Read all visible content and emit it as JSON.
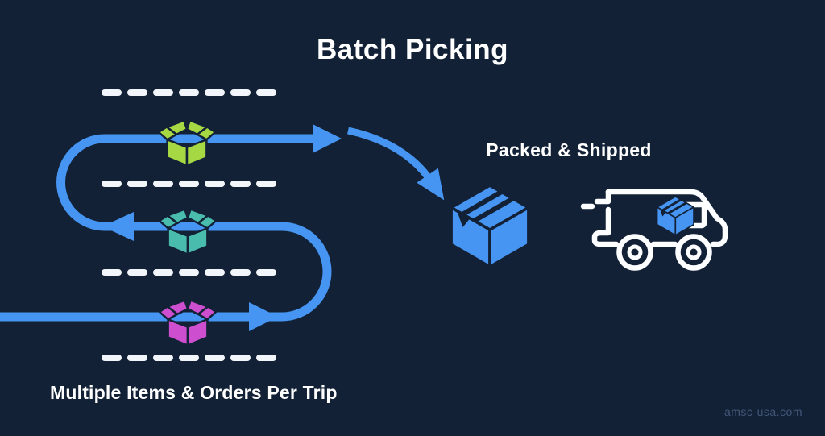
{
  "title": "Batch Picking",
  "right_panel": {
    "label": "Packed & Shipped"
  },
  "bottom_caption": "Multiple Items & Orders Per Trip",
  "watermark": "amsc-usa.com",
  "colors": {
    "background": "#122136",
    "arrow": "#4795F2",
    "dash": "#F2F5F9",
    "box_green": "#A5D843",
    "box_teal": "#49BCAD",
    "box_magenta": "#CD4ECE",
    "box_blue": "#4795F2",
    "truck": "#FDFEFF",
    "text": "#FFFFFF",
    "watermark": "#51688F"
  },
  "route": {
    "aisle_dashed_lines": 4,
    "pick_stops": [
      "green-open-box",
      "teal-open-box",
      "magenta-open-box"
    ],
    "destination_icons": [
      "blue-packed-box",
      "delivery-truck"
    ]
  }
}
